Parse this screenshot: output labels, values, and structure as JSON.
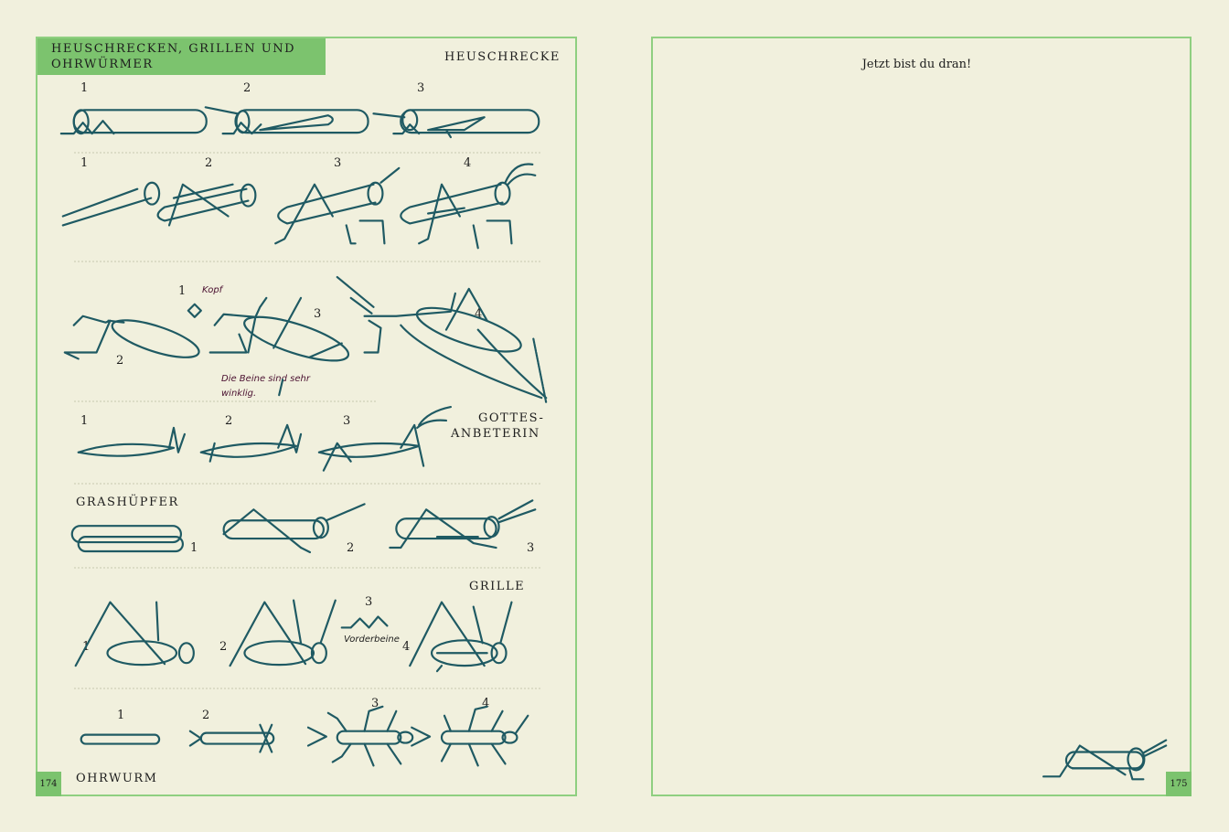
{
  "left_page": {
    "banner_title_line1": "HEUSCHRECKEN, GRILLEN UND",
    "banner_title_line2": "OHRWÜRMER",
    "page_number": "174",
    "sections": {
      "heuschrecke": {
        "title": "HEUSCHRECKE",
        "row1_steps": [
          "1",
          "2",
          "3"
        ],
        "row2_steps": [
          "1",
          "2",
          "3",
          "4"
        ]
      },
      "gottesanbeterin": {
        "title_line1": "GOTTES-",
        "title_line2": "ANBETERIN",
        "large_steps": [
          "1",
          "2",
          "3",
          "4"
        ],
        "head_label": "Kopf",
        "note_line1": "Die Beine sind sehr",
        "note_line2": "winklig.",
        "small_steps": [
          "1",
          "2",
          "3"
        ]
      },
      "grashuepfer": {
        "title": "GRASHÜPFER",
        "steps": [
          "1",
          "2",
          "3"
        ]
      },
      "grille": {
        "title": "GRILLE",
        "steps": [
          "1",
          "2",
          "3",
          "4"
        ],
        "front_legs_label": "Vorderbeine"
      },
      "ohrwurm": {
        "title": "OHRWURM",
        "steps": [
          "1",
          "2",
          "3",
          "4"
        ]
      }
    }
  },
  "right_page": {
    "prompt": "Jetzt bist du dran!",
    "page_number": "175"
  },
  "colors": {
    "accent_green": "#7cc36e",
    "ink": "#1f5a63",
    "paper": "#f1f0dd"
  }
}
